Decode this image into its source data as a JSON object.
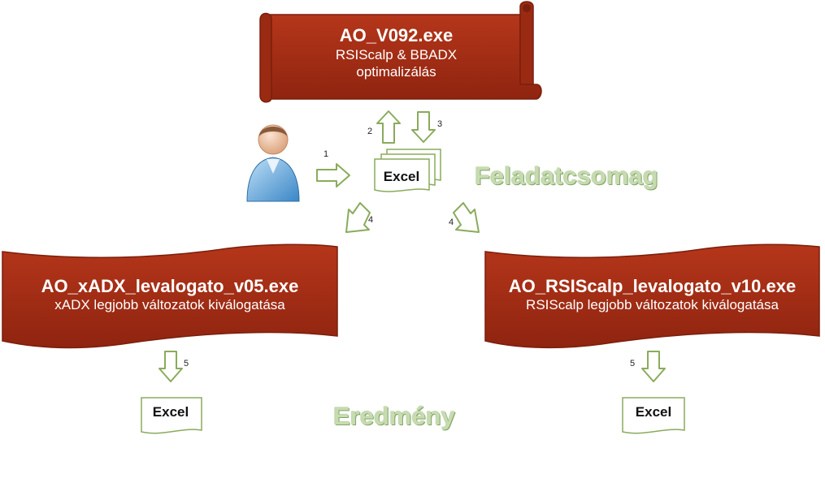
{
  "top_scroll": {
    "title": "AO_V092.exe",
    "subtitle_line1": "RSIScalp & BBADX",
    "subtitle_line2": "optimalizálás"
  },
  "left_banner": {
    "title": "AO_xADX_levalogato_v05.exe",
    "subtitle": "xADX legjobb  változatok kiválogatása"
  },
  "right_banner": {
    "title": "AO_RSIScalp_levalogato_v10.exe",
    "subtitle": "RSIScalp legjobb  változatok kiválogatása"
  },
  "excel_center": {
    "label": "Excel"
  },
  "excel_left": {
    "label": "Excel"
  },
  "excel_right": {
    "label": "Excel"
  },
  "labels": {
    "feladatcsomag": "Feladatcsomag",
    "eredmeny": "Eredmény"
  },
  "steps": {
    "s1": "1",
    "s2": "2",
    "s3": "3",
    "s4_left": "4",
    "s4_right": "4",
    "s5_left": "5",
    "s5_right": "5"
  },
  "colors": {
    "banner_fill": "#a52d14",
    "banner_dark": "#7a1f0c",
    "arrow_stroke": "#8aab5c",
    "label_green": "#c6dcb0"
  },
  "icons": {
    "user": "user-icon",
    "arrow": "arrow-icon",
    "document": "document-icon"
  }
}
